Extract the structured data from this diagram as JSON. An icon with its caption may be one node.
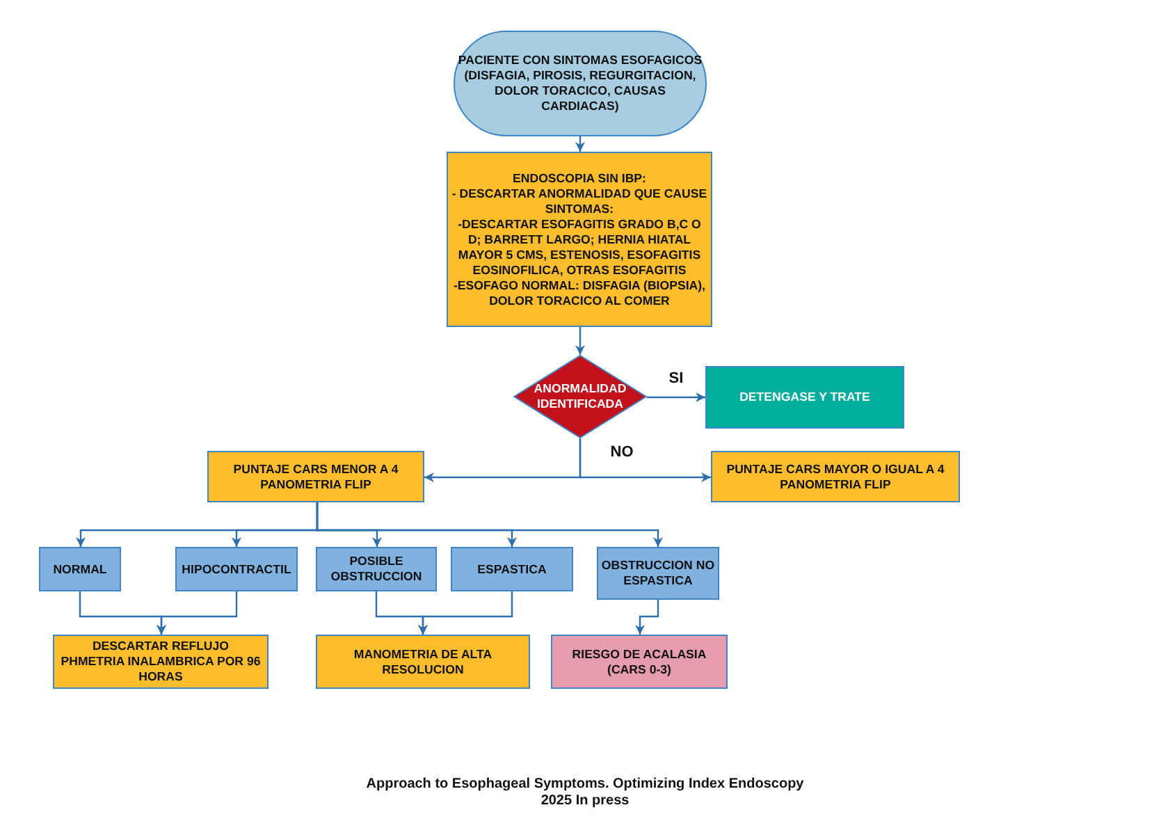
{
  "diagram": {
    "caption": "Approach to Esophageal Symptoms. Optimizing Index Endoscopy",
    "nodes": [
      {
        "text": [
          "PACIENTE CON SINTOMAS ESOFAGICOS",
          "(DISFAGIA, PIROSIS, REGURGITACION, DOLOR TORACICO, CAUSAS CARDIACAS)"
        ]
      },
      {
        "text": [
          "ENDOSCOPIA SIN IBP:",
          "- DESCARTAR ANORMALIDAD QUE CAUSE SINTOMAS:",
          "-DESCARTAR ESOFAGITIS GRADO B,C O D;  BARRETT LARGO; HERNIA HIATAL MAYOR 5 CMS, ESTENOSIS, ESOFAGITIS EOSINOFILICA, OTRAS ESOFAGITIS",
          "-ESOFAGO NORMAL: DISFAGIA (BIOPSIA), DOLOR TORACICO AL COMER"
        ]
      },
      {
        "text": [
          "ANORMALIDAD IDENTIFICADA"
        ]
      },
      {
        "text": [
          "DETENGASE Y TRATE"
        ]
      },
      {
        "text": [
          "PUNTAJE CARS MENOR A 4",
          "PANOMETRIA FLIP"
        ]
      },
      {
        "text": [
          "PUNTAJE CARS MAYOR O IGUAL A 4",
          "PANOMETRIA FLIP"
        ]
      },
      {
        "text": [
          "NORMAL"
        ]
      },
      {
        "text": [
          "HIPOCONTRACTIL"
        ]
      },
      {
        "text": [
          "POSIBLE OBSTRUCCION"
        ]
      },
      {
        "text": [
          "ESPASTICA"
        ]
      },
      {
        "text": [
          "OBSTRUCCION NO ESPASTICA"
        ]
      },
      {
        "text": [
          "DESCARTAR REFLUJO",
          "PHMETRIA INALAMBRICA POR 96 HORAS"
        ]
      },
      {
        "text": [
          "MANOMETRIA DE ALTA RESOLUCION"
        ]
      },
      {
        "text": [
          "RIESGO DE ACALASIA",
          "(CARS 0-3)"
        ]
      }
    ],
    "edges": [
      {
        "from": 0,
        "to": 1,
        "arrow": "to"
      },
      {
        "from": 1,
        "to": 2,
        "arrow": "to"
      },
      {
        "from": 2,
        "to": 3,
        "arrow": "to",
        "label": "SI"
      },
      {
        "from": 2,
        "to": 4,
        "arrow": "to",
        "label": "NO"
      },
      {
        "from": 2,
        "to": 5,
        "arrow": "to"
      },
      {
        "from": 4,
        "to": 6,
        "arrow": "to"
      },
      {
        "from": 4,
        "to": 7,
        "arrow": "to"
      },
      {
        "from": 4,
        "to": 8,
        "arrow": "to"
      },
      {
        "from": 4,
        "to": 9,
        "arrow": "to"
      },
      {
        "from": 4,
        "to": 10,
        "arrow": "to"
      },
      {
        "from": 6,
        "to": 11,
        "arrow": "to"
      },
      {
        "from": 7,
        "to": 11,
        "arrow": "to"
      },
      {
        "from": 8,
        "to": 12,
        "arrow": "to"
      },
      {
        "from": 9,
        "to": 12,
        "arrow": "to"
      },
      {
        "from": 10,
        "to": 13,
        "arrow": "to"
      }
    ],
    "labels": [
      "2025 In press"
    ]
  }
}
